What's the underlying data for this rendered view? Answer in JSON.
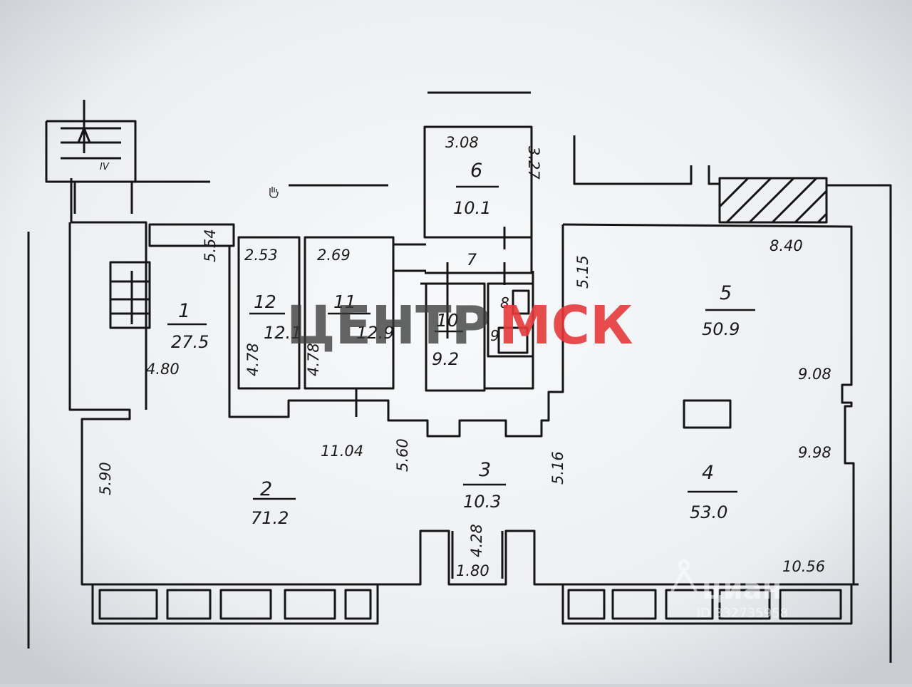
{
  "rooms": [
    {
      "id": "1",
      "area": "27.5"
    },
    {
      "id": "2",
      "area": "71.2"
    },
    {
      "id": "3",
      "area": "10.3"
    },
    {
      "id": "4",
      "area": "53.0"
    },
    {
      "id": "5",
      "area": "50.9"
    },
    {
      "id": "6",
      "area": "10.1"
    },
    {
      "id": "7",
      "area": ""
    },
    {
      "id": "8",
      "area": ""
    },
    {
      "id": "9",
      "area": ""
    },
    {
      "id": "10",
      "area": "9.2"
    },
    {
      "id": "11",
      "area": "12.9"
    },
    {
      "id": "12",
      "area": "12.1"
    }
  ],
  "dimensions": [
    "3.08",
    "3.27",
    "2.53",
    "2.69",
    "5.54",
    "4.78",
    "4.78",
    "4.80",
    "8.40",
    "5.15",
    "9.08",
    "9.98",
    "10.56",
    "11.04",
    "5.60",
    "5.16",
    "5.90",
    "4.28",
    "1.80"
  ],
  "stair_mark": "IV",
  "watermark": {
    "left": "ЦЕНТР",
    "right": "МСК",
    "right_color": "#e5393a",
    "left_color": "#3a3a3a"
  },
  "logo": {
    "text": "циан",
    "id_text": "ID 332735958"
  }
}
